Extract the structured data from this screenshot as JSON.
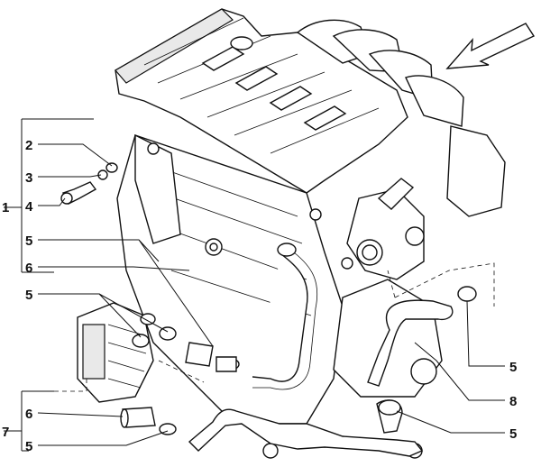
{
  "diagram": {
    "labels": {
      "l1": "1",
      "l2": "2",
      "l3": "3",
      "l4": "4",
      "l5a": "5",
      "l6a": "6",
      "l5b": "5",
      "l5c": "5",
      "l8": "8",
      "l5d": "5",
      "l6b": "6",
      "l7": "7",
      "l5e": "5"
    },
    "arrow": "direction-arrow"
  }
}
